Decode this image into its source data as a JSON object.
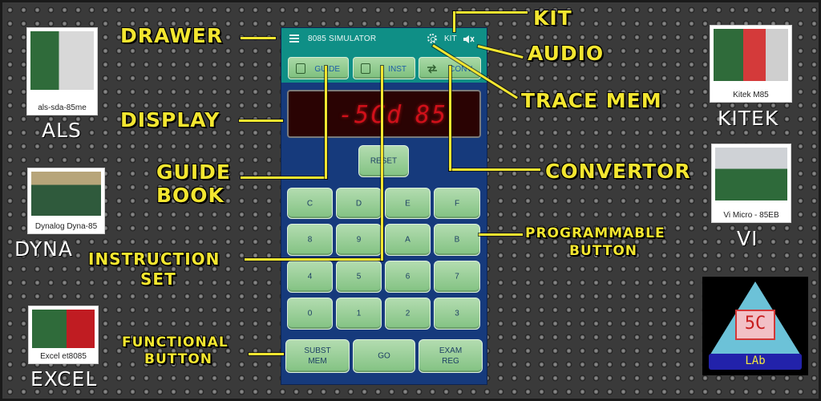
{
  "app": {
    "title": "8085 SIMULATOR",
    "kit_label": "KIT",
    "icons": {
      "menu": "hamburger-icon",
      "trace": "gear-icon",
      "audio": "speaker-muted-icon"
    }
  },
  "tabs": [
    {
      "label": "GUIDE",
      "icon": "book-icon"
    },
    {
      "label": "INST",
      "icon": "list-icon"
    },
    {
      "label": "CONV",
      "icon": "swap-arrows-icon"
    }
  ],
  "display": {
    "left": "-5Cd",
    "right": "85",
    "color": "#d0101a"
  },
  "reset_label": "RESET",
  "keys": [
    [
      "C",
      "D",
      "E",
      "F"
    ],
    [
      "8",
      "9",
      "A",
      "B"
    ],
    [
      "4",
      "5",
      "6",
      "7"
    ],
    [
      "0",
      "1",
      "2",
      "3"
    ]
  ],
  "function_keys": [
    "SUBST\nMEM",
    "GO",
    "EXAM\nREG"
  ],
  "callouts": {
    "drawer": "DRAWER",
    "kit": "KIT",
    "audio": "AUDIO",
    "trace_mem": "TRACE MEM",
    "display": "DISPLAY",
    "guide_book_1": "GUIDE",
    "guide_book_2": "BOOK",
    "convertor": "CONVERTOR",
    "programmable_1": "PROGRAMMABLE",
    "programmable_2": "BUTTON",
    "instruction_1": "INSTRUCTION",
    "instruction_2": "SET",
    "functional_1": "FUNCTIONAL",
    "functional_2": "BUTTON"
  },
  "kits": [
    {
      "caption": "als-sda-85me",
      "brand": "ALS"
    },
    {
      "caption": "Dynalog Dyna-85",
      "brand": "DYNA"
    },
    {
      "caption": "Excel et8085",
      "brand": "EXCEL"
    },
    {
      "caption": "Kitek M85",
      "brand": "KITEK"
    },
    {
      "caption": "Vi Micro - 85EB",
      "brand": "VI"
    }
  ],
  "logo": {
    "mark": "5C",
    "word": "LAb"
  },
  "colors": {
    "accent": "#0f8f86",
    "body": "#163a7c",
    "key": "#82c282",
    "callout": "#f3e630"
  }
}
